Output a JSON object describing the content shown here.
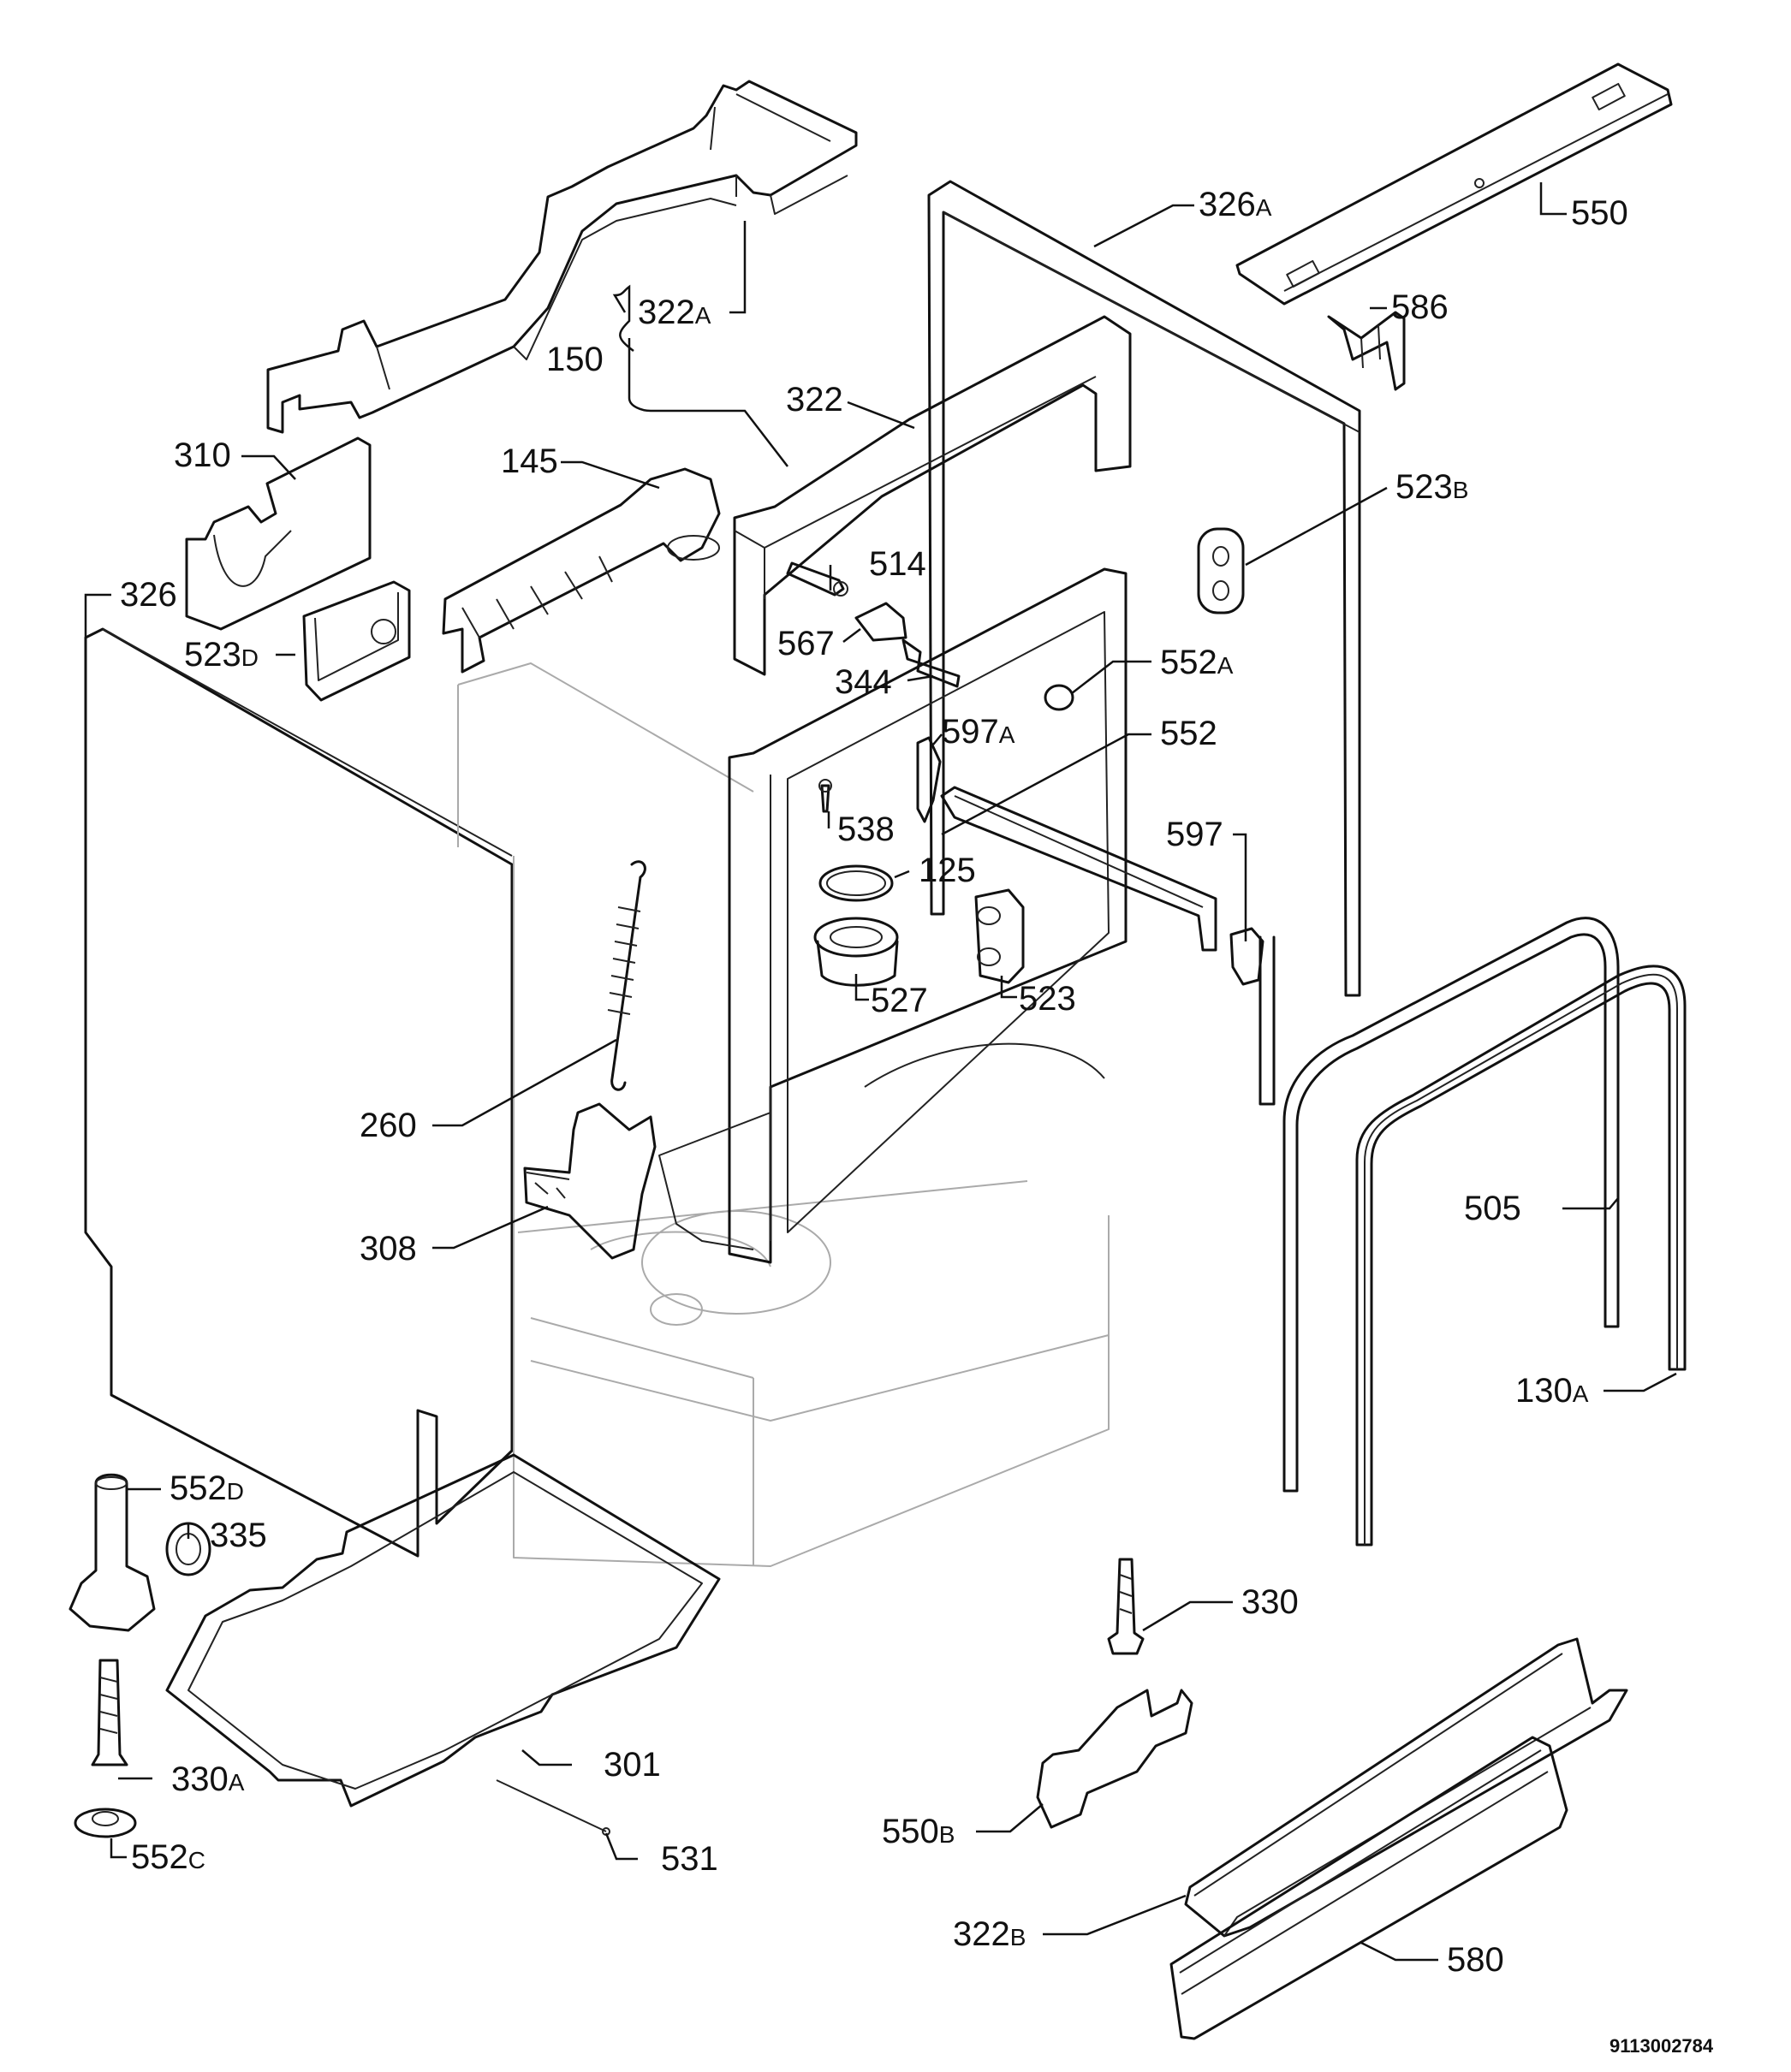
{
  "document_number": "9113002784",
  "callouts": [
    {
      "id": "c-550",
      "number": "550",
      "suffix": ""
    },
    {
      "id": "c-326a",
      "number": "326",
      "suffix": "A"
    },
    {
      "id": "c-586",
      "number": "586",
      "suffix": ""
    },
    {
      "id": "c-322a",
      "number": "322",
      "suffix": "A"
    },
    {
      "id": "c-150",
      "number": "150",
      "suffix": ""
    },
    {
      "id": "c-322",
      "number": "322",
      "suffix": ""
    },
    {
      "id": "c-310",
      "number": "310",
      "suffix": ""
    },
    {
      "id": "c-145",
      "number": "145",
      "suffix": ""
    },
    {
      "id": "c-523b",
      "number": "523",
      "suffix": "B"
    },
    {
      "id": "c-326",
      "number": "326",
      "suffix": ""
    },
    {
      "id": "c-514",
      "number": "514",
      "suffix": ""
    },
    {
      "id": "c-523d",
      "number": "523",
      "suffix": "D"
    },
    {
      "id": "c-567",
      "number": "567",
      "suffix": ""
    },
    {
      "id": "c-552a",
      "number": "552",
      "suffix": "A"
    },
    {
      "id": "c-344",
      "number": "344",
      "suffix": ""
    },
    {
      "id": "c-597a",
      "number": "597",
      "suffix": "A"
    },
    {
      "id": "c-552",
      "number": "552",
      "suffix": ""
    },
    {
      "id": "c-538",
      "number": "538",
      "suffix": ""
    },
    {
      "id": "c-597",
      "number": "597",
      "suffix": ""
    },
    {
      "id": "c-125",
      "number": "125",
      "suffix": ""
    },
    {
      "id": "c-527",
      "number": "527",
      "suffix": ""
    },
    {
      "id": "c-523",
      "number": "523",
      "suffix": ""
    },
    {
      "id": "c-260",
      "number": "260",
      "suffix": ""
    },
    {
      "id": "c-505",
      "number": "505",
      "suffix": ""
    },
    {
      "id": "c-308",
      "number": "308",
      "suffix": ""
    },
    {
      "id": "c-130a",
      "number": "130",
      "suffix": "A"
    },
    {
      "id": "c-552d",
      "number": "552",
      "suffix": "D"
    },
    {
      "id": "c-335",
      "number": "335",
      "suffix": ""
    },
    {
      "id": "c-330",
      "number": "330",
      "suffix": ""
    },
    {
      "id": "c-301",
      "number": "301",
      "suffix": ""
    },
    {
      "id": "c-330a",
      "number": "330",
      "suffix": "A"
    },
    {
      "id": "c-550b",
      "number": "550",
      "suffix": "B"
    },
    {
      "id": "c-552c",
      "number": "552",
      "suffix": "C"
    },
    {
      "id": "c-531",
      "number": "531",
      "suffix": ""
    },
    {
      "id": "c-322b",
      "number": "322",
      "suffix": "B"
    },
    {
      "id": "c-580",
      "number": "580",
      "suffix": ""
    }
  ]
}
